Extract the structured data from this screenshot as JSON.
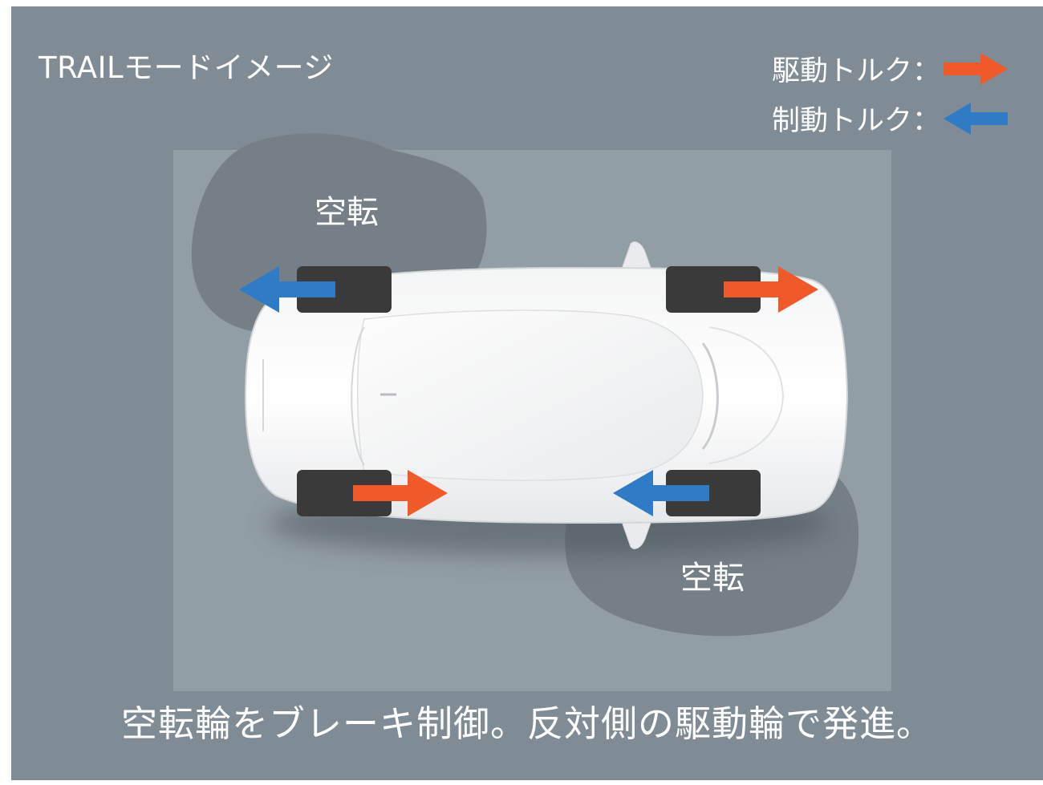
{
  "title": "TRAILモードイメージ",
  "legend": {
    "drive_label": "駆動トルク：",
    "brake_label": "制動トルク：",
    "drive_color": "#f05a2a",
    "brake_color": "#2f7bc6"
  },
  "zones": {
    "top_left_label": "空転",
    "bottom_right_label": "空転"
  },
  "caption": "空転輪をブレーキ制御。反対側の駆動輪で発進。",
  "wheels": [
    {
      "position": "rear-left",
      "torque": "brake"
    },
    {
      "position": "front-left",
      "torque": "drive"
    },
    {
      "position": "rear-right",
      "torque": "drive"
    },
    {
      "position": "front-right",
      "torque": "brake"
    }
  ]
}
